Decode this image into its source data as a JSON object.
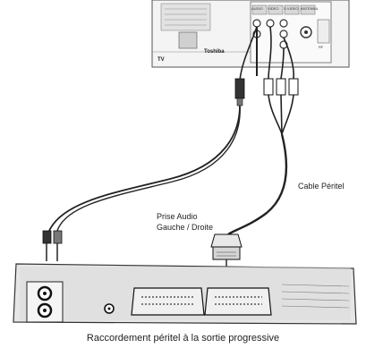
{
  "labels": {
    "prise_line1": "Prise Audio",
    "prise_line2": "Gauche / Droite",
    "cable_peritel": "Cable Péritel",
    "caption": "Raccordement péritel à la sortie progressive",
    "tv": "TV",
    "tv_brand": "Toshiba",
    "tv_jack_audio": "AUDIO",
    "tv_jack_video": "VIDEO",
    "tv_jack_component": "S-VIDEO",
    "tv_jack_antenna": "ANTENNA",
    "tv_jack_rf": "RF"
  }
}
